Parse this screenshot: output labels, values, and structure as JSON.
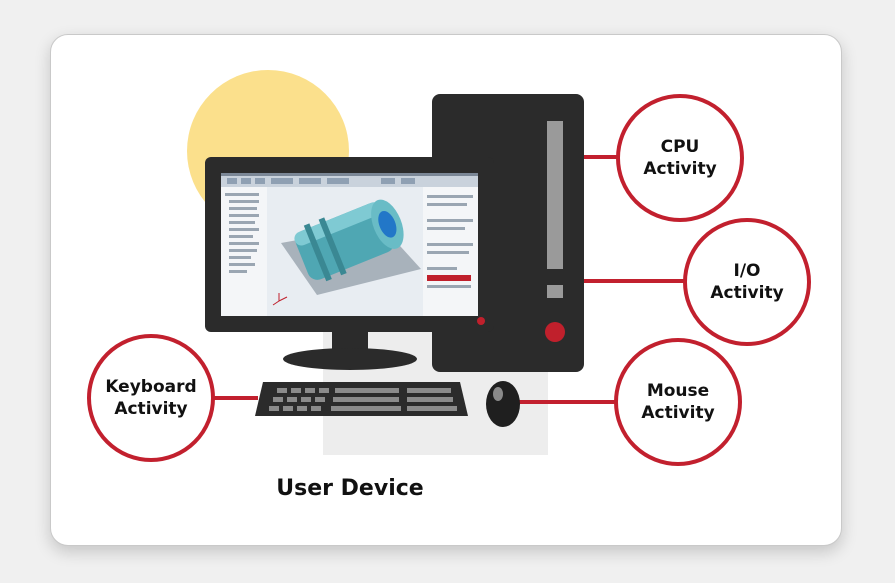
{
  "nodes": {
    "cpu": "CPU\nActivity",
    "io": "I/O\nActivity",
    "keyboard": "Keyboard\nActivity",
    "mouse": "Mouse\nActivity"
  },
  "caption": "User Device",
  "colors": {
    "accent": "#c2202e",
    "device": "#2b2b2b",
    "sun": "#fbe08c",
    "card": "#ffffff"
  }
}
